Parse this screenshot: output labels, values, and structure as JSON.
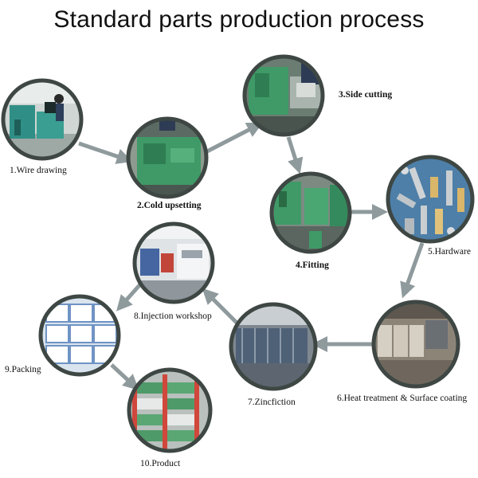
{
  "title": "Standard parts production process",
  "colors": {
    "ring": "#3e4743",
    "arrow": "#8f9a9d",
    "machine_green": "#3f9a67",
    "background": "#ffffff"
  },
  "steps": [
    {
      "label": "1.Wire drawing",
      "scene": "wire-drawing-photo"
    },
    {
      "label": "2.Cold upsetting",
      "scene": "cold-upsetting-photo"
    },
    {
      "label": "3.Side cutting",
      "scene": "side-cutting-photo"
    },
    {
      "label": "4.Fitting",
      "scene": "fitting-photo"
    },
    {
      "label": "5.Hardware",
      "scene": "hardware-photo"
    },
    {
      "label": "6.Heat treatment & Surface coating",
      "scene": "heat-treatment-photo"
    },
    {
      "label": "7.Zincfiction",
      "scene": "zincfiction-photo"
    },
    {
      "label": "8.Injection workshop",
      "scene": "injection-workshop-photo"
    },
    {
      "label": "9.Packing",
      "scene": "packing-photo"
    },
    {
      "label": "10.Product",
      "scene": "product-photo"
    }
  ]
}
